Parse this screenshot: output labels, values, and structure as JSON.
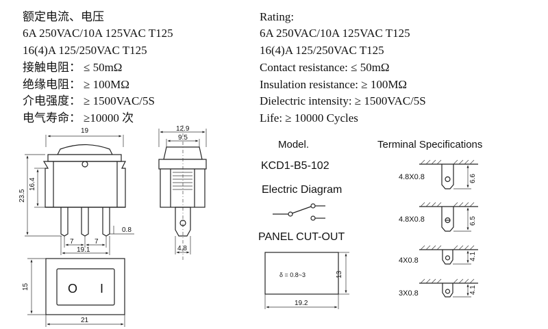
{
  "spec_cn": {
    "rating": "额定电流、电压",
    "rating_line1": "6A 250VAC/10A 125VAC T125",
    "rating_line2": "16(4)A 125/250VAC T125",
    "contact_label": "接触电阻：",
    "contact_value": "≤ 50mΩ",
    "insulation_label": "绝缘电阻：",
    "insulation_value": "≥ 100MΩ",
    "dielectric_label": "介电强度：",
    "dielectric_value": "≥ 1500VAC/5S",
    "life_label": "电气寿命：",
    "life_value": "≥10000 次"
  },
  "spec_en": {
    "rating": "Rating:",
    "rating_line1": "6A 250VAC/10A 125VAC T125",
    "rating_line2": "16(4)A 125/250VAC T125",
    "contact": "Contact resistance: ≤ 50mΩ",
    "insulation": "Insulation resistance: ≥ 100MΩ",
    "dielectric": "Dielectric intensity: ≥ 1500VAC/5S",
    "life": "Life: ≥ 10000 Cycles"
  },
  "model": {
    "heading": "Model.",
    "value": "KCD1-B5-102"
  },
  "electric_diagram": {
    "heading": "Electric Diagram"
  },
  "panel_cutout": {
    "heading": "PANEL CUT-OUT",
    "thickness": "δ = 0.8~3",
    "height": "13",
    "width": "19.2"
  },
  "front_view": {
    "width_top": "19",
    "height_body": "16.4",
    "height_total": "23.5",
    "pin_spacing_left": "7",
    "pin_spacing_right": "7",
    "pin_thickness": "0.8",
    "pin_span": "19.1"
  },
  "side_view": {
    "width_outer": "12.9",
    "width_inner": "9.5",
    "terminal_width": "4.8"
  },
  "top_view": {
    "height": "15",
    "width": "21",
    "symbol_off": "O",
    "symbol_on": "I"
  },
  "terminals": {
    "heading": "Terminal  Specifications",
    "items": [
      {
        "size": "4.8X0.8",
        "length": "6.6"
      },
      {
        "size": "4.8X0.8",
        "length": "6.5"
      },
      {
        "size": "4X0.8",
        "length": "4.1"
      },
      {
        "size": "3X0.8",
        "length": "4.1"
      }
    ]
  }
}
